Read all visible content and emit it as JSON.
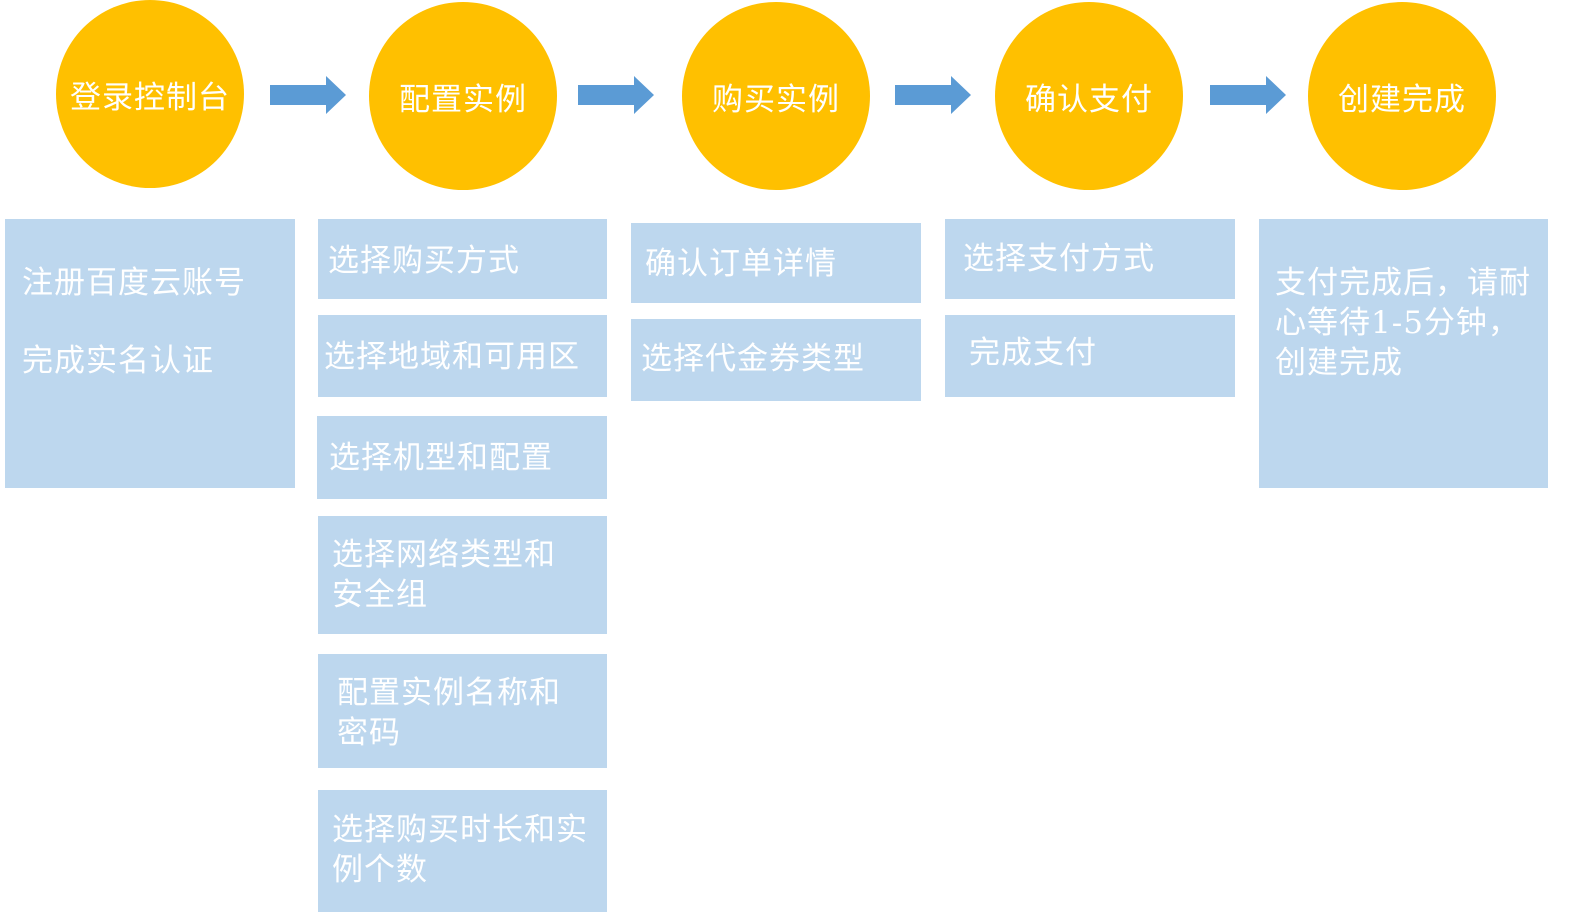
{
  "steps": [
    {
      "title": "登录控制台"
    },
    {
      "title": "配置实例"
    },
    {
      "title": "购买实例"
    },
    {
      "title": "确认支付"
    },
    {
      "title": "创建完成"
    }
  ],
  "col1": {
    "line1": "注册百度云账号",
    "line2": "完成实名认证"
  },
  "col2": {
    "items": [
      "选择购买方式",
      "选择地域和可用区",
      "选择机型和配置",
      [
        "选择网络类型和",
        "安全组"
      ],
      [
        "配置实例名称和",
        "密码"
      ],
      [
        "选择购买时长和实",
        "例个数"
      ]
    ]
  },
  "col3": {
    "items": [
      "确认订单详情",
      "选择代金券类型"
    ]
  },
  "col4": {
    "items": [
      "选择支付方式",
      "完成支付"
    ]
  },
  "col5": {
    "lines": [
      "支付完成后，请耐",
      "心等待1-5分钟，",
      "创建完成"
    ]
  },
  "colors": {
    "circle": "#FFC000",
    "arrow": "#5B9BD5",
    "box": "#BDD7EE",
    "text": "#FFFFFF"
  }
}
